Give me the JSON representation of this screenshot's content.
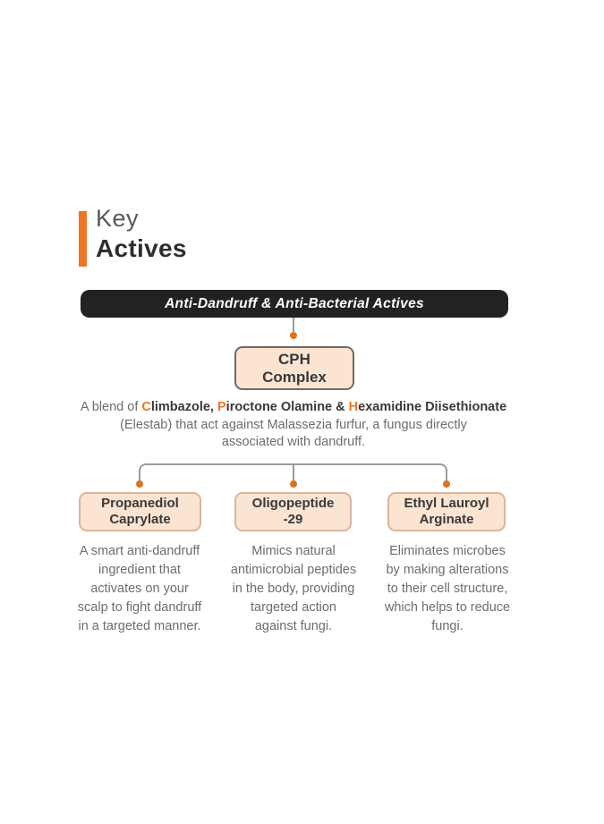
{
  "title": {
    "line1": "Key",
    "line2": "Actives"
  },
  "banner": {
    "label": "Anti-Dandruff & Anti-Bacterial Actives"
  },
  "root_node": {
    "label": "CPH\nComplex"
  },
  "description": {
    "prefix": "A blend of ",
    "compounds": [
      {
        "initial": "C",
        "rest": "limbazole, "
      },
      {
        "initial": "P",
        "rest": "iroctone Olamine & "
      },
      {
        "initial": "H",
        "rest": "examidine Diisethionate"
      }
    ],
    "suffix": "\n(Elestab) that act against Malassezia furfur, a fungus directly\nassociated with dandruff."
  },
  "children": [
    {
      "title": "Propanediol\nCaprylate",
      "description": "A smart anti-dandruff\ningredient that\nactivates on your\nscalp to fight dandruff\nin a targeted manner."
    },
    {
      "title": "Oligopeptide\n-29",
      "description": "Mimics natural\nantimicrobial peptides\nin the body, providing\ntargeted action\nagainst fungi."
    },
    {
      "title": "Ethyl Lauroyl\nArginate",
      "description": "Eliminates microbes\nby making alterations\nto their cell structure,\nwhich helps to reduce\nfungi."
    }
  ],
  "colors": {
    "accent": "#ee7623",
    "dot": "#e0721f",
    "banner_bg": "#242122",
    "banner_text": "#ffffff",
    "node_fill": "#fbe4d2",
    "node_border_dark": "#6e6a68",
    "node_border_light": "#dcb49c",
    "connector": "#9b9b9b",
    "text_dark": "#3b3837",
    "text_gray": "#6d6d6d",
    "title_light": "#57585a",
    "title_dark": "#2f2d2e"
  }
}
